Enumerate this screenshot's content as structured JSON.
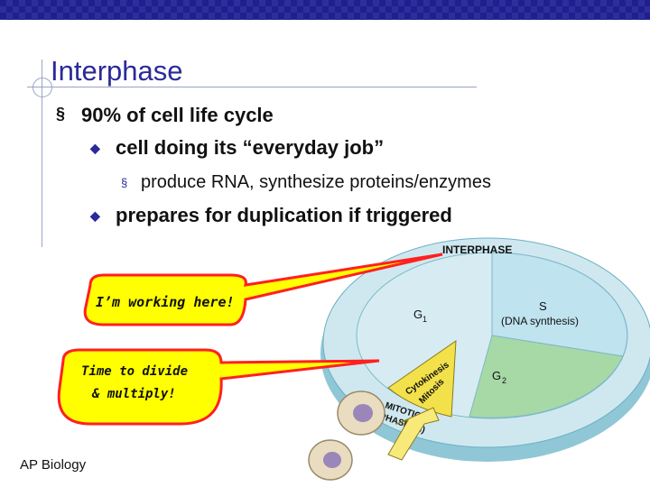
{
  "slide": {
    "title": "Interphase",
    "bullets": [
      {
        "marker": "§",
        "text": "90% of cell life cycle"
      },
      {
        "marker": "◆",
        "text": "cell doing its “everyday job”"
      },
      {
        "marker": "§",
        "text": "produce RNA, synthesize proteins/enzymes"
      },
      {
        "marker": "◆",
        "text": "prepares for duplication if triggered"
      }
    ],
    "footer": "AP Biology"
  },
  "callouts": {
    "working": "I’m working here!",
    "divide_line1": "Time to divide",
    "divide_line2": "& multiply!"
  },
  "diagram": {
    "interphase_label": "INTERPHASE",
    "g1_label": "G",
    "g1_sub": "1",
    "s_label": "S",
    "s_sub": "(DNA synthesis)",
    "g2_label": "G",
    "g2_sub": "2",
    "cytokinesis": "Cytokinesis",
    "mitosis": "Mitosis",
    "mitotic1": "MITOTIC",
    "mitotic2": "PHASE (M)"
  },
  "colors": {
    "title": "#2a2a9a",
    "topbar": "#1f1f8f",
    "callout_fill": "#ffff00",
    "callout_border": "#ff0000",
    "g1": "#d6ecf2",
    "s": "#bfe3ef",
    "g2": "#a6d9a6",
    "wheel_edge": "#8fc7d6",
    "mitotic": "#f2e14a"
  }
}
